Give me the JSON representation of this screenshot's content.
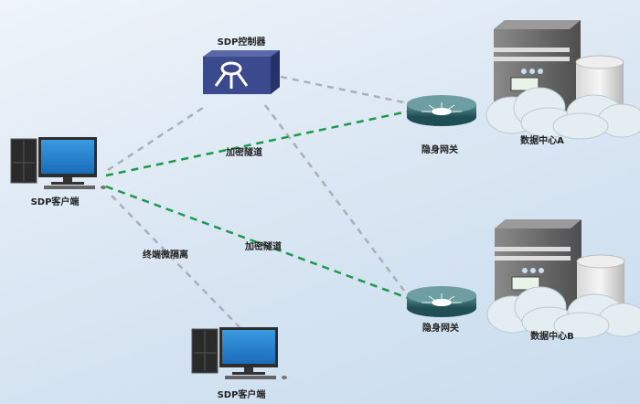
{
  "nodes": {
    "controller": {
      "label": "SDP控制器"
    },
    "client_top": {
      "label": "SDP客户端"
    },
    "client_bottom": {
      "label": "SDP客户端"
    },
    "gateway_a": {
      "label": "隐身网关"
    },
    "gateway_b": {
      "label": "隐身网关"
    },
    "datacenter_a": {
      "label": "数据中心A"
    },
    "datacenter_b": {
      "label": "数据中心B"
    }
  },
  "links": {
    "tunnel_a": {
      "label": "加密隧道"
    },
    "tunnel_b": {
      "label": "加密隧道"
    },
    "micro_isolation": {
      "label": "终端微隔离"
    }
  },
  "colors": {
    "tunnel": "#1a9a4a",
    "control": "#a8b0b8",
    "controller": "#3b4a8c"
  }
}
